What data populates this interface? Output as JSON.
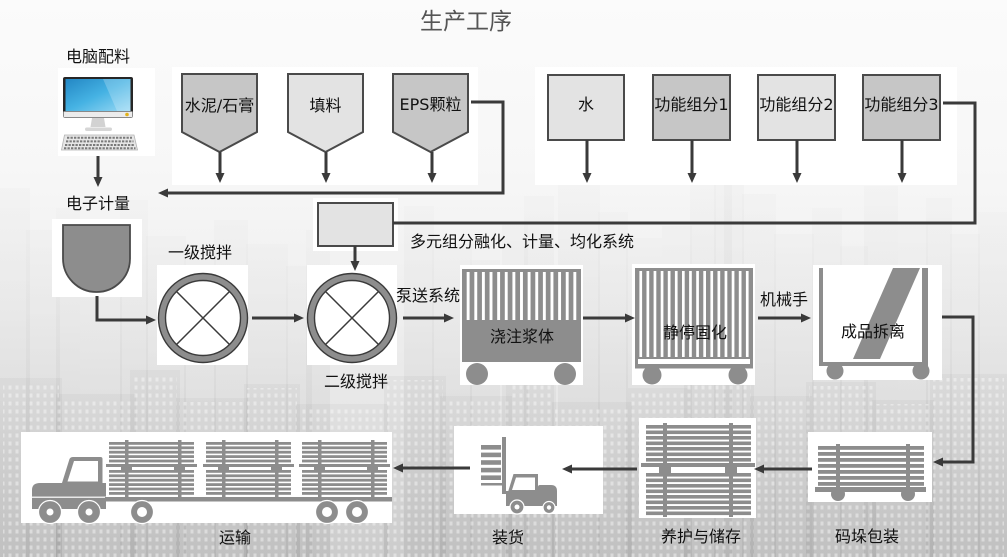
{
  "title": "生产工序",
  "raw_materials": {
    "hoppers": [
      {
        "id": "cement_gypsum",
        "label": "水泥/石膏",
        "icon": "hopper-icon"
      },
      {
        "id": "filler",
        "label": "填料",
        "icon": "hopper-icon"
      },
      {
        "id": "eps_particles",
        "label": "EPS颗粒",
        "icon": "hopper-icon"
      }
    ],
    "additive_tanks": [
      {
        "id": "water",
        "label": "水",
        "icon": "tank-icon"
      },
      {
        "id": "functional_component_1",
        "label": "功能组分1",
        "icon": "tank-icon"
      },
      {
        "id": "functional_component_2",
        "label": "功能组分2",
        "icon": "tank-icon"
      },
      {
        "id": "functional_component_3",
        "label": "功能组分3",
        "icon": "tank-icon"
      }
    ]
  },
  "steps": {
    "computer_batching": {
      "label": "电脑配料",
      "icon": "computer-icon"
    },
    "electronic_metering": {
      "label": "电子计量",
      "icon": "metering-hopper-icon"
    },
    "multi_component_system": {
      "label": "多元组分融化、计量、均化系统",
      "icon": "tank-icon"
    },
    "primary_mixing": {
      "label": "一级搅拌",
      "icon": "mixer-icon"
    },
    "secondary_mixing": {
      "label": "二级搅拌",
      "icon": "mixer-icon"
    },
    "pumping_system": {
      "label": "泵送系统"
    },
    "pouring_slurry": {
      "label": "浇注浆体",
      "icon": "mold-cart-icon"
    },
    "static_curing": {
      "label": "静停固化",
      "icon": "mold-cart-icon"
    },
    "manipulator": {
      "label": "机械手"
    },
    "demolding": {
      "label": "成品拆离",
      "icon": "demolding-cart-icon"
    },
    "stacking_packaging": {
      "label": "码垛包装",
      "icon": "pallet-cart-icon"
    },
    "curing_storage": {
      "label": "养护与储存",
      "icon": "board-stack-icon"
    },
    "loading": {
      "label": "装货",
      "icon": "forklift-icon"
    },
    "transport": {
      "label": "运输",
      "icon": "truck-icon"
    }
  },
  "connections": [
    {
      "from": "computer_batching",
      "to": "electronic_metering"
    },
    {
      "from": "cement_gypsum",
      "to": "electronic_metering"
    },
    {
      "from": "filler",
      "to": "electronic_metering"
    },
    {
      "from": "eps_particles",
      "to": "electronic_metering"
    },
    {
      "from": "water",
      "to": "multi_component_system"
    },
    {
      "from": "functional_component_1",
      "to": "multi_component_system"
    },
    {
      "from": "functional_component_2",
      "to": "multi_component_system"
    },
    {
      "from": "functional_component_3",
      "to": "multi_component_system"
    },
    {
      "from": "electronic_metering",
      "to": "primary_mixing"
    },
    {
      "from": "primary_mixing",
      "to": "secondary_mixing"
    },
    {
      "from": "multi_component_system",
      "to": "secondary_mixing"
    },
    {
      "from": "secondary_mixing",
      "to": "pouring_slurry",
      "via": "pumping_system"
    },
    {
      "from": "pouring_slurry",
      "to": "static_curing"
    },
    {
      "from": "static_curing",
      "to": "demolding",
      "via": "manipulator"
    },
    {
      "from": "demolding",
      "to": "stacking_packaging"
    },
    {
      "from": "stacking_packaging",
      "to": "curing_storage"
    },
    {
      "from": "curing_storage",
      "to": "loading"
    },
    {
      "from": "loading",
      "to": "transport"
    }
  ],
  "colors": {
    "text": "#111111",
    "title": "#555555",
    "arrow": "#3a3a3a",
    "outline": "#4a4a4a",
    "dark_fill": "#8d8d8d",
    "medium_fill": "#c6c6c6",
    "light_fill": "#e3e3e3",
    "panel": "#ffffff",
    "screen_blue": "#45b2e3"
  }
}
